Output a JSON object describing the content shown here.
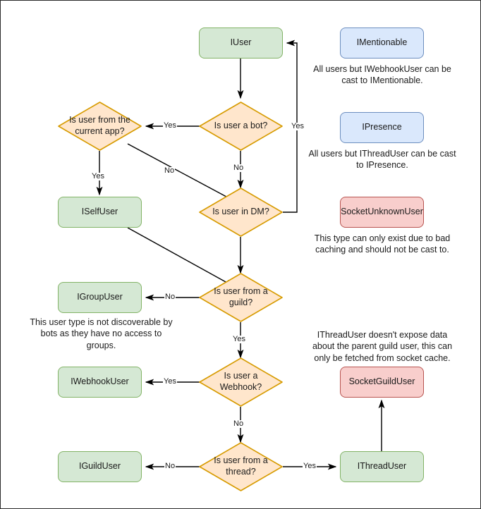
{
  "diagram": {
    "title": "Discord.Net user interface cast decision flowchart",
    "colors": {
      "green_fill": "#d5e8d4",
      "green_border": "#82b366",
      "blue_fill": "#dae8fc",
      "blue_border": "#6c8ebf",
      "red_fill": "#f8cecc",
      "red_border": "#b85450",
      "orange_fill": "#ffe6cc",
      "orange_border": "#d79b00",
      "edge_stroke": "#000000",
      "frame_border": "#2b2b2b"
    },
    "nodes": {
      "iuser": "IUser",
      "is_bot": "Is user a bot?",
      "is_current_app": "Is user from the current app?",
      "iselfuser": "ISelfUser",
      "is_dm": "Is user in DM?",
      "is_guild": "Is user from a guild?",
      "igroupuser": "IGroupUser",
      "is_webhook": "Is user a Webhook?",
      "iwebhookuser": "IWebhookUser",
      "is_thread": "Is user from a thread?",
      "iguilduser": "IGuildUser",
      "ithreaduser": "IThreadUser",
      "imentionable": "IMentionable",
      "ipresence": "IPresence",
      "socketunknownuser": "SocketUnknownUser",
      "socketguilduser": "SocketGuildUser"
    },
    "captions": {
      "imentionable": "All users but IWebhookUser can be cast to IMentionable.",
      "ipresence": "All users but IThreadUser can be cast to IPresence.",
      "socketunknownuser": "This type can only exist due to bad caching and should not be cast to.",
      "igroupuser": "This user type is not discoverable by bots as they have no access to groups.",
      "socketguilduser": "IThreadUser doesn't expose data about the parent guild user, this can only be fetched from socket cache."
    },
    "edge_labels": {
      "bot_yes": "Yes",
      "bot_no": "No",
      "current_app_yes": "Yes",
      "current_app_no": "No",
      "dm_yes": "Yes",
      "guild_no": "No",
      "guild_yes": "Yes",
      "webhook_yes": "Yes",
      "webhook_no": "No",
      "thread_no": "No",
      "thread_yes": "Yes"
    }
  }
}
